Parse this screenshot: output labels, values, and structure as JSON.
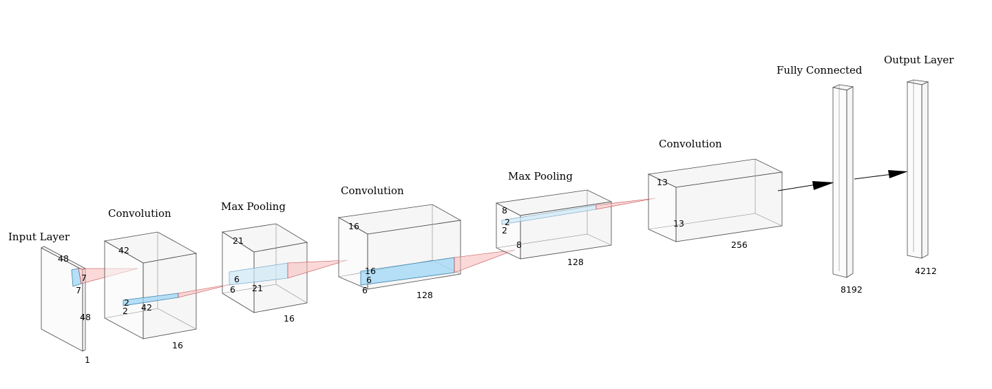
{
  "layers": {
    "input": {
      "title": "Input Layer",
      "dims": [
        "48",
        "7",
        "7",
        "48",
        "1"
      ]
    },
    "conv1": {
      "title": "Convolution",
      "dims": [
        "42",
        "2",
        "2",
        "42",
        "16"
      ]
    },
    "pool1": {
      "title": "Max Pooling",
      "dims": [
        "21",
        "6",
        "6",
        "21",
        "16"
      ]
    },
    "conv2": {
      "title": "Convolution",
      "dims": [
        "16",
        "16",
        "6",
        "6",
        "128"
      ]
    },
    "pool2": {
      "title": "Max Pooling",
      "dims": [
        "8",
        "2",
        "2",
        "8",
        "128"
      ]
    },
    "conv3": {
      "title": "Convolution",
      "dims": [
        "13",
        "13",
        "256"
      ]
    },
    "fc": {
      "title": "Fully Connected",
      "dims": [
        "8192"
      ]
    },
    "output": {
      "title": "Output Layer",
      "dims": [
        "4212"
      ]
    }
  },
  "colors": {
    "kernel": "#9fd7f5",
    "receptive_field": "#f7b9b9",
    "block_face": "#f3f3f3"
  }
}
